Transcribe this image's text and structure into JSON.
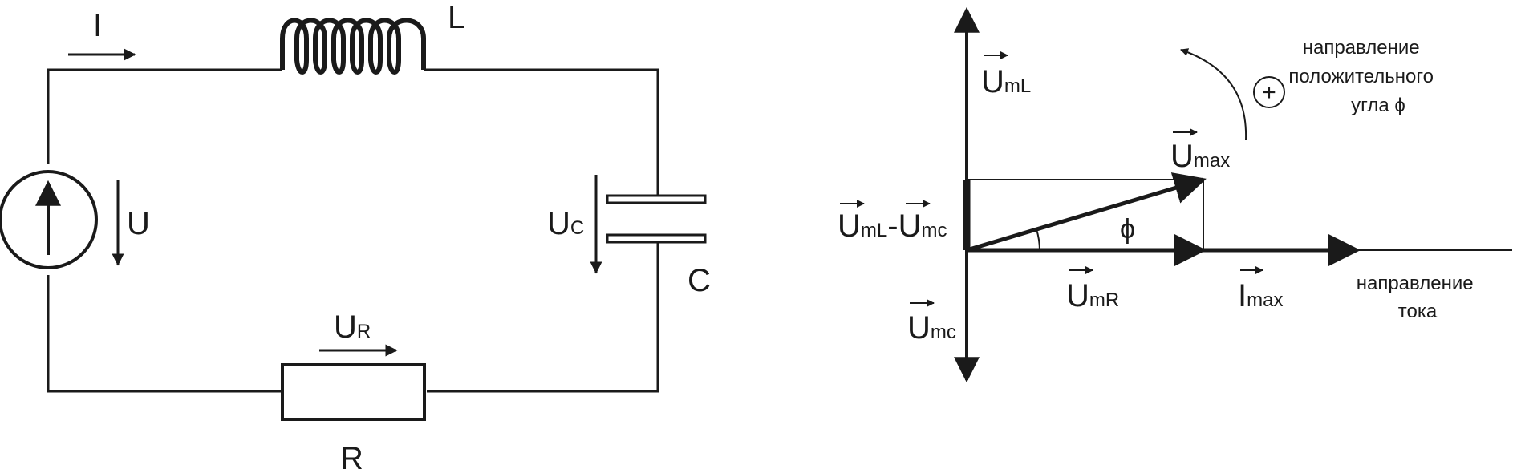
{
  "circuit": {
    "current_label": "I",
    "inductor_label": "L",
    "source_voltage_label": "U",
    "capacitor_voltage_main": "U",
    "capacitor_voltage_sub": "C",
    "capacitor_label": "C",
    "resistor_voltage_main": "U",
    "resistor_voltage_sub": "R",
    "resistor_label": "R"
  },
  "phasor": {
    "umL_main": "U",
    "umL_sub": "mL",
    "diff_a_main": "U",
    "diff_a_sub": "mL",
    "diff_dash": "-",
    "diff_b_main": "U",
    "diff_b_sub": "mc",
    "umc_main": "U",
    "umc_sub": "mc",
    "umax_main": "U",
    "umax_sub": "max",
    "umR_main": "U",
    "umR_sub": "mR",
    "imax_main": "I",
    "imax_sub": "max",
    "phi_label": "ϕ",
    "plus_label": "+",
    "angle_note_line1": "направление",
    "angle_note_line2": "положительного",
    "angle_note_line3": "угла ϕ",
    "current_note_line1": "направление",
    "current_note_line2": "тока"
  }
}
